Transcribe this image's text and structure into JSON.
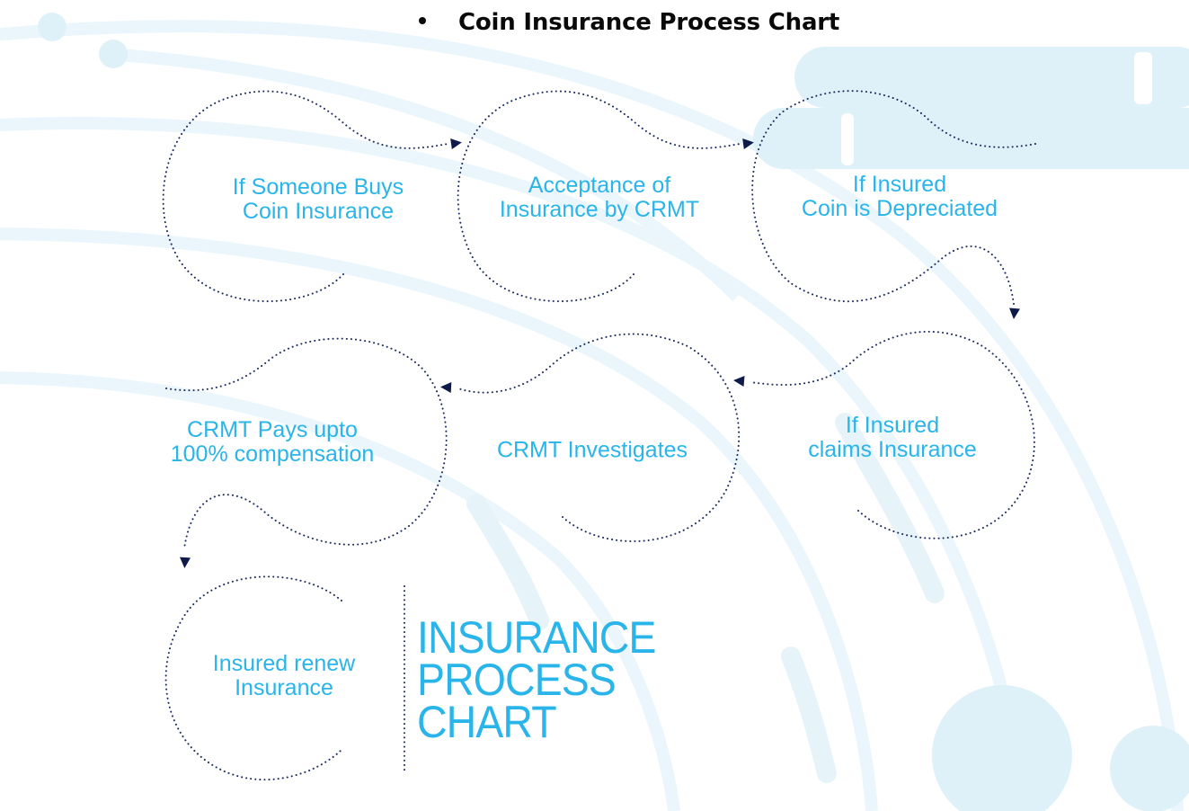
{
  "heading": "Coin Insurance Process Chart",
  "steps": [
    {
      "id": "buy",
      "line1": "If Someone Buys",
      "line2": "Coin Insurance"
    },
    {
      "id": "accept",
      "line1": "Acceptance of",
      "line2": "Insurance by CRMT"
    },
    {
      "id": "depreciated",
      "line1": "If Insured",
      "line2": "Coin is Depreciated"
    },
    {
      "id": "claim",
      "line1": "If Insured",
      "line2": "claims Insurance"
    },
    {
      "id": "investigate",
      "line1": "CRMT Investigates",
      "line2": ""
    },
    {
      "id": "pays",
      "line1": "CRMT Pays upto",
      "line2": "100% compensation"
    },
    {
      "id": "renew",
      "line1": "Insured renew",
      "line2": "Insurance"
    }
  ],
  "title_block": {
    "line1": "INSURANCE",
    "line2": "PROCESS",
    "line3": "CHART"
  },
  "colors": {
    "accent": "#29b5ea",
    "dots": "#1c2a5e",
    "arrow": "#0d1a4a",
    "background_shapes": "#e3f4fa"
  }
}
